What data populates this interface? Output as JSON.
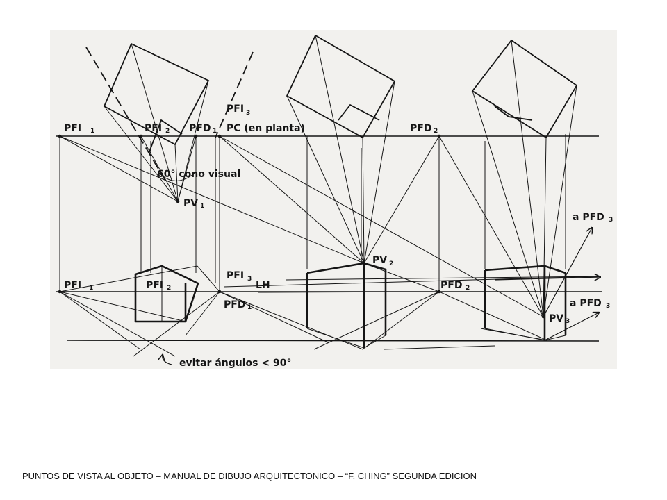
{
  "caption": "PUNTOS DE VISTA AL OBJETO – MANUAL DE DIBUJO ARQUITECTONICO – “F. CHING” SEGUNDA EDICION",
  "labels": {
    "pfi1_top": "PFI",
    "pfi1_top_sub": "1",
    "pfi2_top": "PFI",
    "pfi2_top_sub": "2",
    "pfd1_top": "PFD",
    "pfd1_top_sub": "1",
    "pfi3_top": "PFI",
    "pfi3_top_sub": "3",
    "pc": "PC (en planta)",
    "pfd2_top": "PFD",
    "pfd2_top_sub": "2",
    "cone": "60° cono visual",
    "pv1": "PV",
    "pv1_sub": "1",
    "pv2": "PV",
    "pv2_sub": "2",
    "pv3": "PV",
    "pv3_sub": "3",
    "a_pfd3_upper": "a PFD",
    "a_pfd3_upper_sub": "3",
    "pfi1_low": "PFI",
    "pfi1_low_sub": "1",
    "pfi2_low": "PFI",
    "pfi2_low_sub": "2",
    "pfi3_low": "PFI",
    "pfi3_low_sub": "3",
    "lh": "LH",
    "pfd1_low": "PFD",
    "pfd1_low_sub": "1",
    "pfd2_low": "PFD",
    "pfd2_low_sub": "2",
    "a_pfd3_lower": "a PFD",
    "a_pfd3_lower_sub": "3",
    "avoid": "evitar ángulos < 90°"
  }
}
